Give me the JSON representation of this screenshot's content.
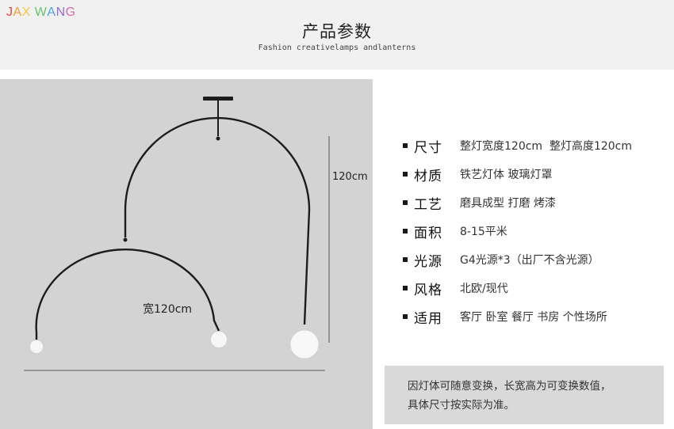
{
  "brand": {
    "letters": [
      "J",
      "A",
      "X",
      " ",
      "W",
      "A",
      "N",
      "G"
    ],
    "colors": [
      "#e8483c",
      "#f29a3b",
      "#f4c846",
      "#ffffff",
      "#6cc070",
      "#4aa3df",
      "#8f6fd1",
      "#d36bb0"
    ]
  },
  "header": {
    "title": "产品参数",
    "subtitle": "Fashion creativelamps andlanterns"
  },
  "image": {
    "height_label": "120cm",
    "width_label": "宽120cm"
  },
  "specs": [
    {
      "label": "尺寸",
      "value": "整灯宽度120cm  整灯高度120cm"
    },
    {
      "label": "材质",
      "value": "铁艺灯体 玻璃灯罩"
    },
    {
      "label": "工艺",
      "value": "磨具成型 打磨 烤漆"
    },
    {
      "label": "面积",
      "value": "8-15平米"
    },
    {
      "label": "光源",
      "value": "G4光源*3（出厂不含光源）"
    },
    {
      "label": "风格",
      "value": "北欧/现代"
    },
    {
      "label": "适用",
      "value": "客厅 卧室 餐厅 书房 个性场所"
    }
  ],
  "note": {
    "line1": "因灯体可随意变换，长宽高为可变换数值，",
    "line2": "具体尺寸按实际为准。"
  }
}
